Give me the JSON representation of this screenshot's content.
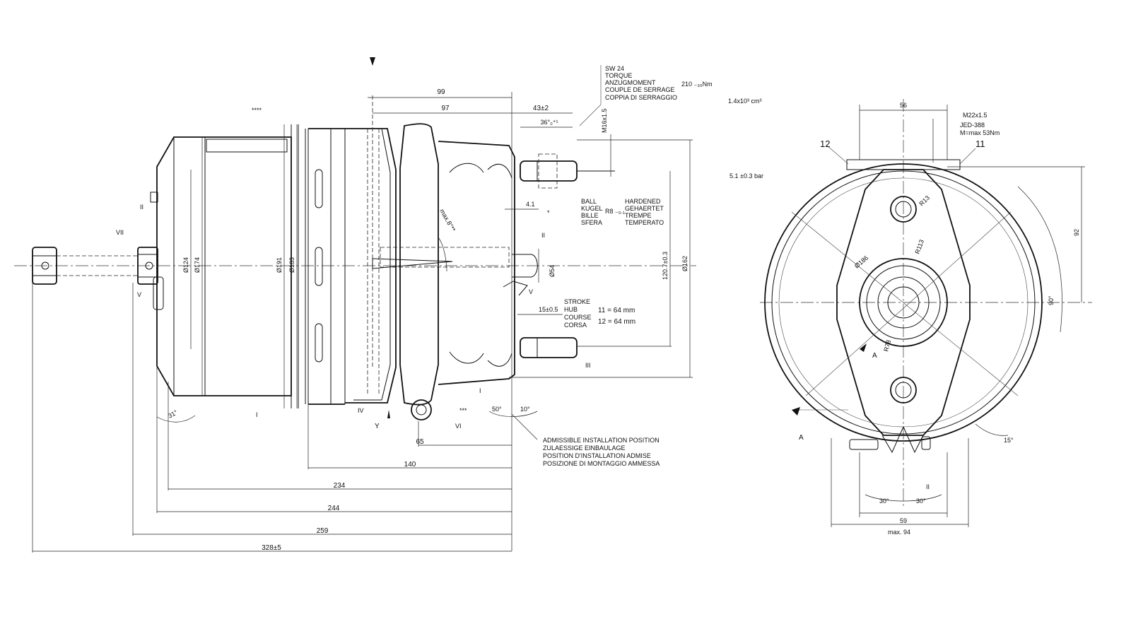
{
  "drawing": {
    "top_dimensions": {
      "d99": "99",
      "d97": "97",
      "d43": "43±2",
      "d36": "36°₀⁺¹",
      "m16": "M16x1.5"
    },
    "torque_block": {
      "lines": [
        "SW 24",
        "TORQUE",
        "ANZUGMOMENT",
        "COUPLE DE SERRAGE",
        "COPPIA DI SERRAGGIO"
      ],
      "value": "210 ₋₃₀Nm"
    },
    "volume": "1.4x10³ cm³",
    "pressure": "5.1 ±0.3 bar",
    "ball_block": {
      "left": [
        "BALL",
        "KUGEL",
        "BILLE",
        "SFERA"
      ],
      "radius": "R8 ₋₀.₁",
      "right": [
        "HARDENED",
        "GEHAERTET",
        "TREMPE",
        "TEMPERATO"
      ]
    },
    "stroke_block": {
      "labels": [
        "STROKE",
        "HUB",
        "COURSE",
        "CORSA"
      ],
      "line11": "11 = 64 mm",
      "line12": "12 = 64 mm"
    },
    "installation_block": [
      "ADMISSIBLE INSTALLATION POSITION",
      "ZULAESSIGE EINBAULAGE",
      "POSITION D'INSTALLATION ADMISE",
      "POSIZIONE DI MONTAGGIO AMMESSA"
    ],
    "side_dims": {
      "d4_1": "4.1",
      "d15": "15±0.5",
      "d54": "Ø54",
      "d120": "120.7±0.3",
      "d162": "Ø162",
      "d124": "Ø124",
      "d174": "Ø174",
      "d191": "Ø191",
      "d183": "Ø183",
      "a31": "31°",
      "a50": "50°",
      "a10": "10°",
      "max8": "max.8°**",
      "stars4": "****",
      "stars3": "***",
      "star1": "*"
    },
    "bottom_dims": {
      "d65": "65",
      "d140": "140",
      "d234": "234",
      "d244": "244",
      "d259": "259",
      "d328": "328±5"
    },
    "roman": {
      "I1": "I",
      "I2": "I",
      "II1": "II",
      "II2": "II",
      "III": "III",
      "IV": "IV",
      "V1": "V",
      "V2": "V",
      "VI": "VI",
      "VII": "VII",
      "Y": "Y"
    },
    "front_view": {
      "d56": "56",
      "m22": "M22x1.5",
      "jed": "JED-388",
      "mmax": "M=max 53Nm",
      "n12": "12",
      "n11": "11",
      "r13": "R13",
      "r113": "R113",
      "d186": "Ø186",
      "r78": "R78",
      "d92": "92",
      "a90": "90°",
      "a15": "15°",
      "a30l": "30°",
      "a30r": "30°",
      "d59": "59",
      "dmax94": "max. 94",
      "A1": "A",
      "A2": "A",
      "II": "II"
    }
  }
}
